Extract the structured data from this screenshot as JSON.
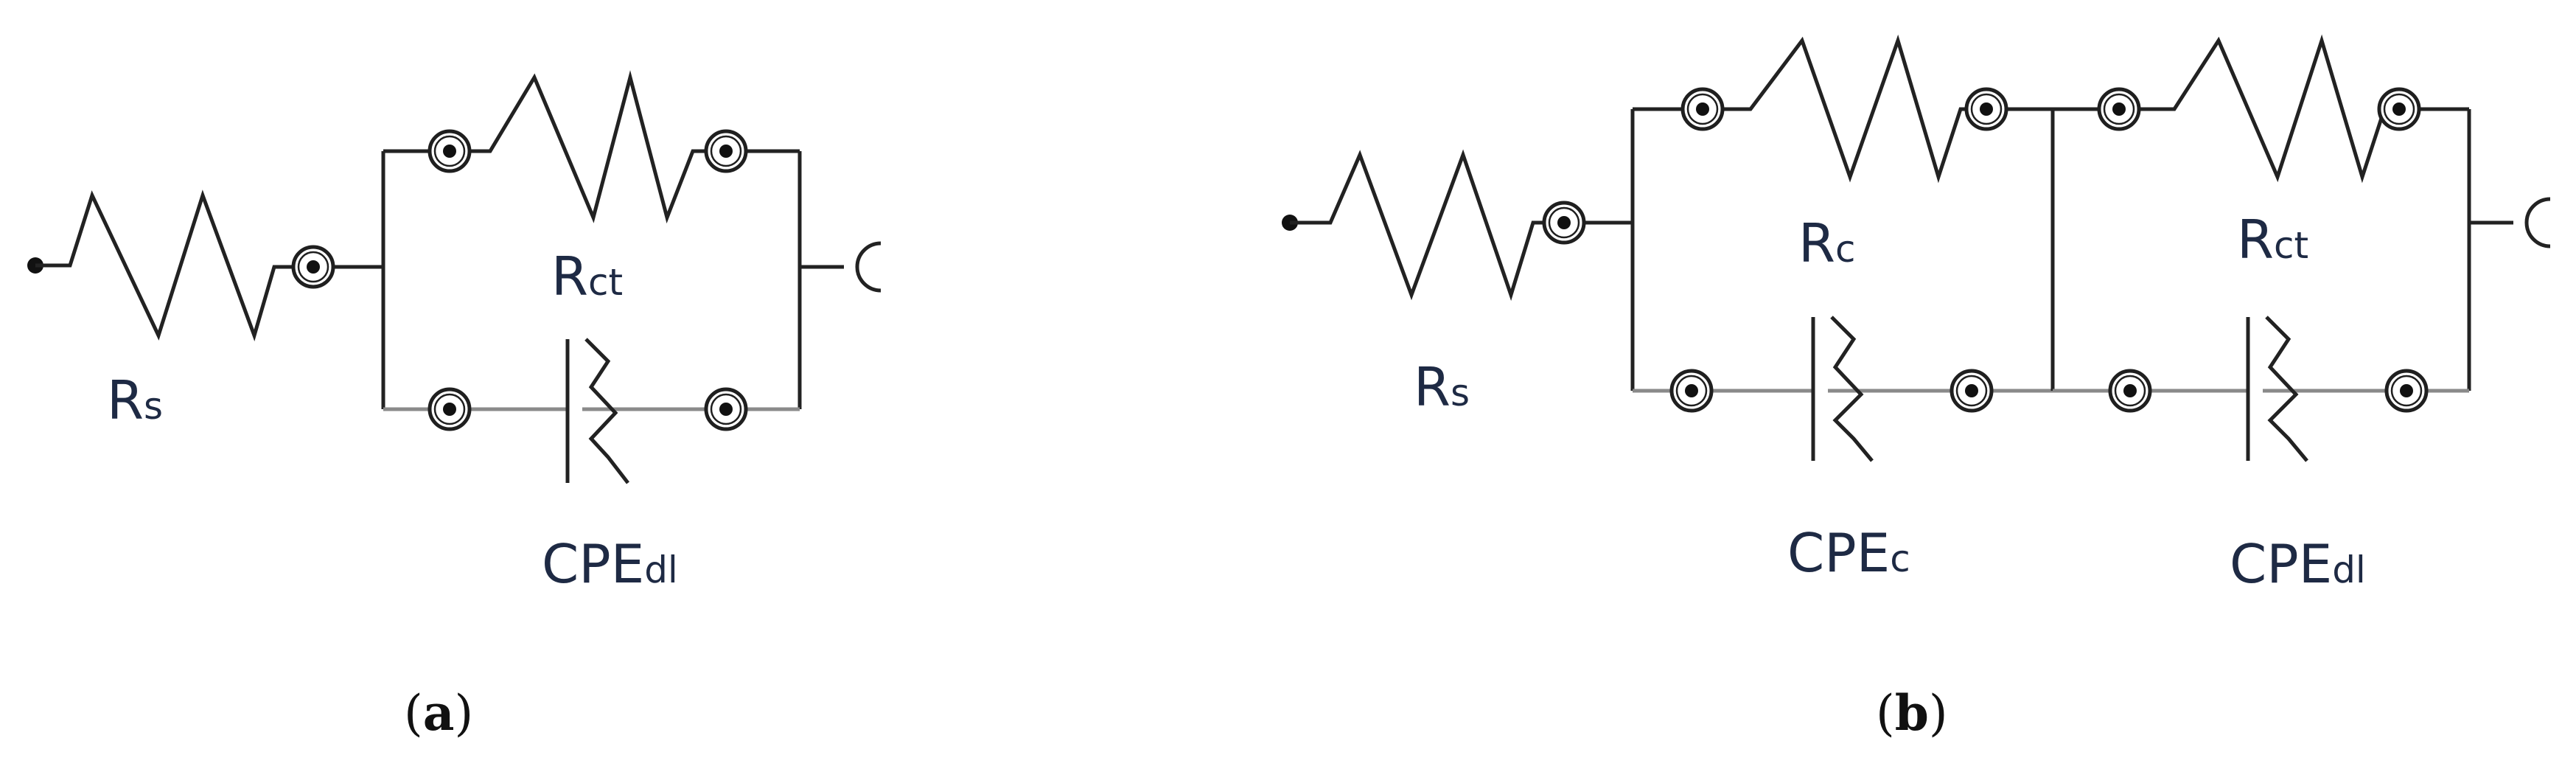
{
  "panel_a": {
    "caption_letter": "a",
    "labels": {
      "rs": {
        "main": "R",
        "sub": "s"
      },
      "rct": {
        "main": "R",
        "sub": "ct"
      },
      "cpe_dl": {
        "main": "CPE",
        "sub": "dl"
      }
    }
  },
  "panel_b": {
    "caption_letter": "b",
    "labels": {
      "rs": {
        "main": "R",
        "sub": "s"
      },
      "rc": {
        "main": "R",
        "sub": "c"
      },
      "rct": {
        "main": "R",
        "sub": "ct"
      },
      "cpe_c": {
        "main": "CPE",
        "sub": "c"
      },
      "cpe_dl": {
        "main": "CPE",
        "sub": "dl"
      }
    }
  },
  "caption_parens": {
    "open": "(",
    "close": ")"
  }
}
